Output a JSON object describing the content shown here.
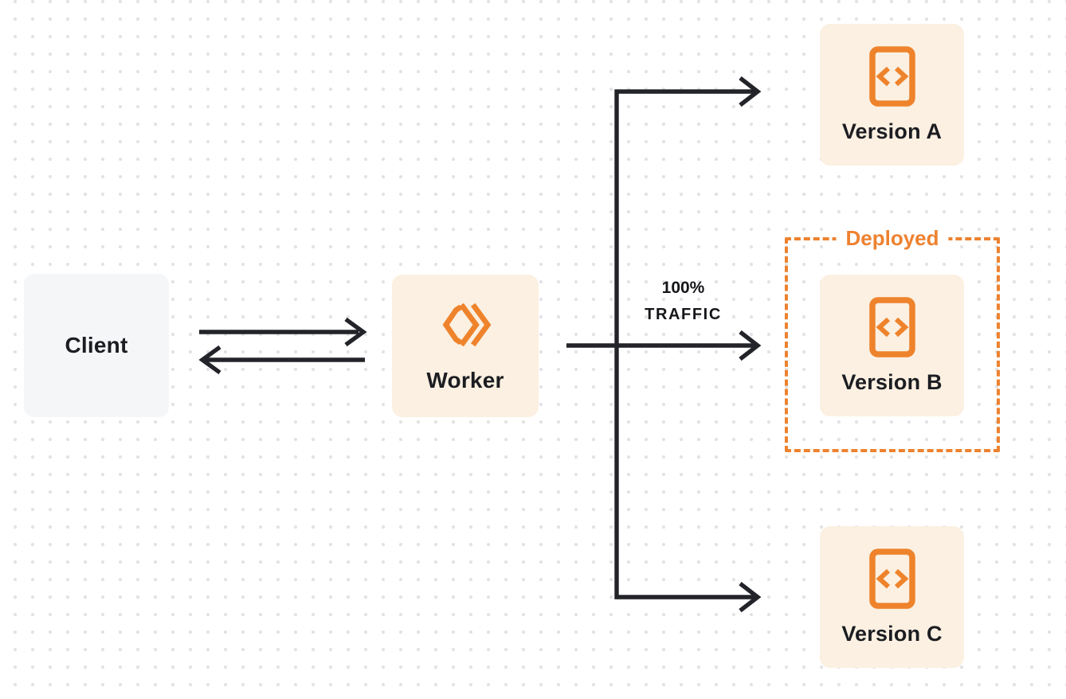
{
  "diagram": {
    "client": {
      "label": "Client"
    },
    "worker": {
      "label": "Worker"
    },
    "traffic": {
      "line1": "100%",
      "line2": "TRAFFIC"
    },
    "deployed": {
      "label": "Deployed"
    },
    "versions": [
      {
        "label": "Version A"
      },
      {
        "label": "Version B"
      },
      {
        "label": "Version C"
      }
    ]
  },
  "colors": {
    "accent_orange": "#ee832c",
    "node_cream": "#fbf0e1",
    "node_gray": "#f5f6f8",
    "arrow_dark": "#232429",
    "text_dark": "#1c1d22",
    "dot_grid": "#e3e3e5",
    "background": "#ffffff"
  },
  "icons": {
    "worker": "workers-chevrons-icon",
    "version": "code-file-icon"
  }
}
